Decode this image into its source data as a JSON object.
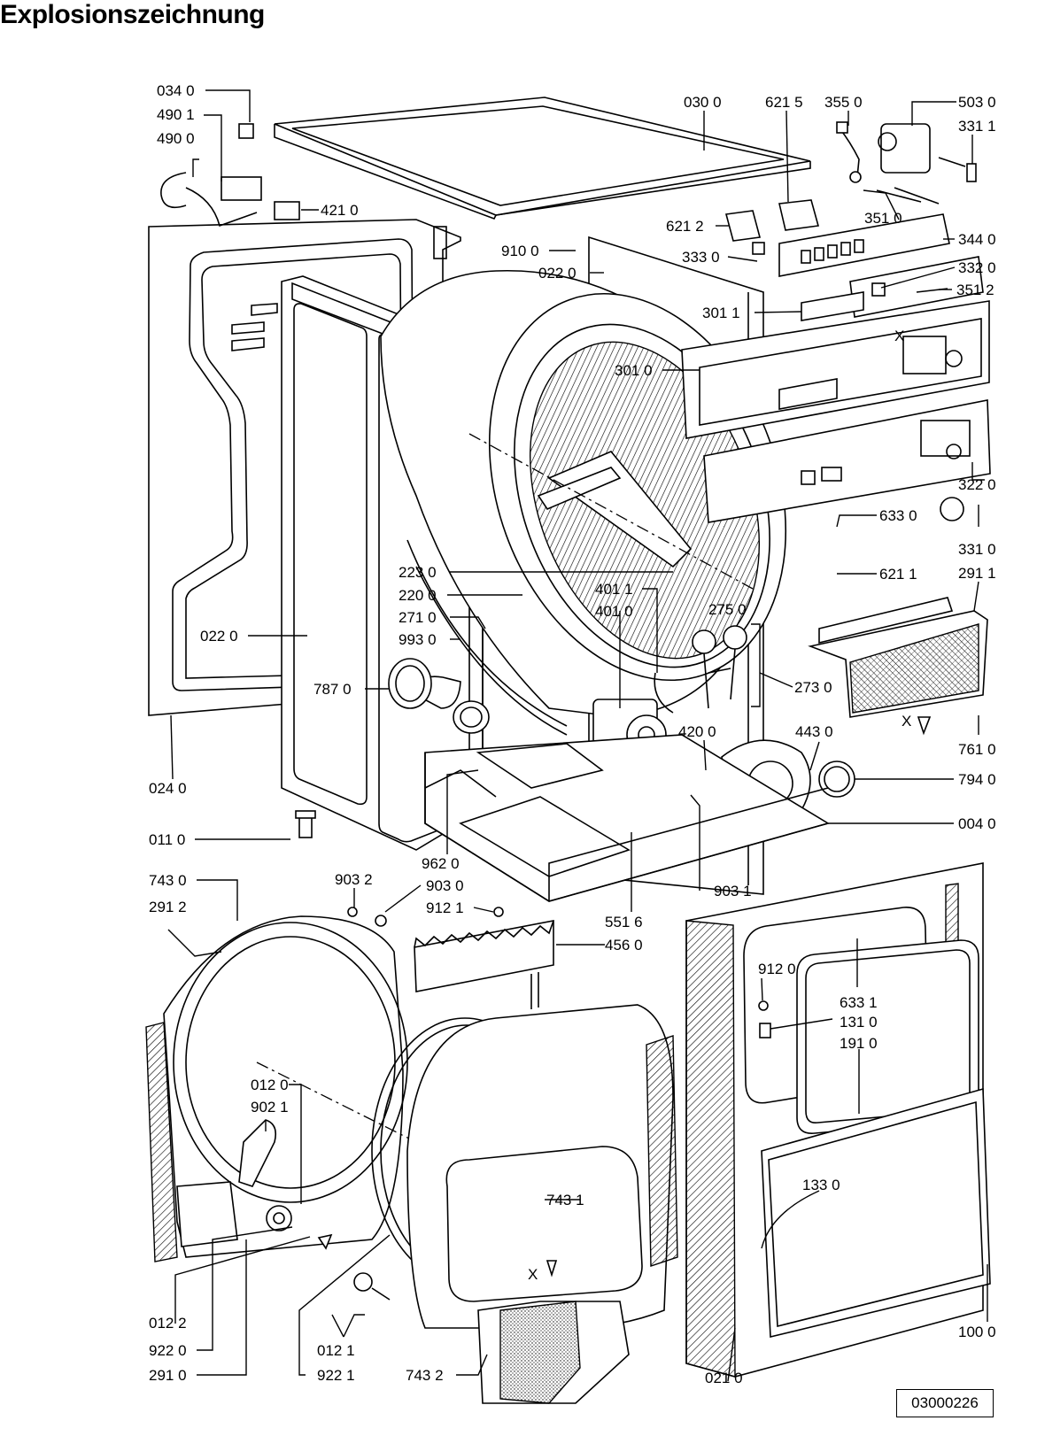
{
  "title": "Explosionszeichnung",
  "document_number": "03000226",
  "part_labels": [
    "034 0",
    "490 1",
    "490 0",
    "421 0",
    "030 0",
    "621 5",
    "355 0",
    "503 0",
    "331 1",
    "351 0",
    "621 2",
    "910 0",
    "022 0",
    "333 0",
    "344 0",
    "332 0",
    "351 2",
    "301 1",
    "301 0",
    "322 0",
    "633 0",
    "331 0",
    "621 1",
    "291 1",
    "223 0",
    "220 0",
    "401 1",
    "401 0",
    "275 0",
    "271 0",
    "993 0",
    "022 0",
    "787 0",
    "273 0",
    "420 0",
    "443 0",
    "761 0",
    "794 0",
    "024 0",
    "004 0",
    "011 0",
    "962 0",
    "903 1",
    "743 0",
    "903 2",
    "903 0",
    "291 2",
    "912 1",
    "551 6",
    "456 0",
    "912 0",
    "633 1",
    "131 0",
    "191 0",
    "012 0",
    "902 1",
    "743 1",
    "133 0",
    "012 2",
    "922 0",
    "012 1",
    "100 0",
    "291 0",
    "922 1",
    "743 2",
    "021 0"
  ],
  "panel_markings": [
    "X",
    "X",
    "X"
  ]
}
